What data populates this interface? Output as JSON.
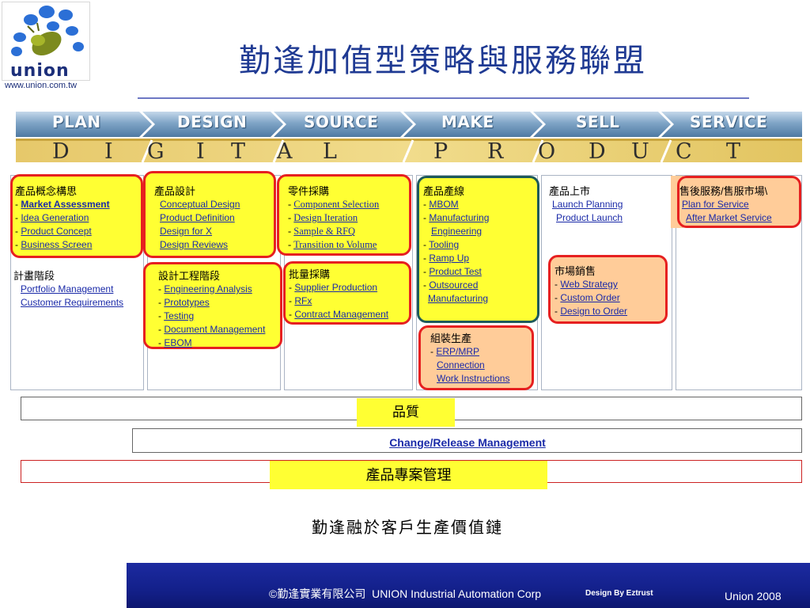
{
  "header": {
    "logo_word": "union",
    "logo_url": "www.union.com.tw",
    "title": "勤逢加值型策略與服務聯盟"
  },
  "banner": {
    "stages": [
      "PLAN",
      "DESIGN",
      "SOURCE",
      "MAKE",
      "SELL",
      "SERVICE"
    ],
    "letters": [
      "D",
      "I",
      "G",
      "I",
      "T",
      "A",
      "L",
      "P",
      "R",
      "O",
      "D",
      "U",
      "C",
      "T"
    ]
  },
  "plan": {
    "concept": {
      "heading": "產品概念構思",
      "items": [
        "Market Assessment",
        "Idea Generation",
        "Product Concept",
        "Business Screen"
      ]
    },
    "planning": {
      "heading": "計畫階段",
      "items": [
        "Portfolio Management",
        "Customer Requirements"
      ]
    }
  },
  "design": {
    "product_design": {
      "heading": "產品設計",
      "items": [
        "Conceptual Design",
        "Product Definition",
        "Design for X",
        "Design Reviews"
      ]
    },
    "engineering": {
      "heading": "設計工程階段",
      "items": [
        "Engineering Analysis",
        "Prototypes",
        "Testing",
        "Document Management",
        "EBOM"
      ]
    }
  },
  "source": {
    "parts": {
      "heading": "零件採購",
      "items": [
        "Component Selection",
        "Design Iteration",
        "Sample & RFQ",
        "Transition to Volume"
      ]
    },
    "volume": {
      "heading": "批量採購",
      "items": [
        "Supplier Production",
        "RFx",
        "Contract Management"
      ]
    }
  },
  "make": {
    "production_line": {
      "heading": "產品產線",
      "items": [
        "MBOM",
        "Manufacturing",
        "Engineering",
        "Tooling",
        "Ramp Up",
        "Product Test",
        "Outsourced",
        "Manufacturing"
      ]
    },
    "assembly": {
      "heading": "組裝生產",
      "items": [
        "ERP/MRP",
        "Connection",
        "Work Instructions"
      ]
    }
  },
  "sell": {
    "launch": {
      "heading": "產品上市",
      "items": [
        "Launch Planning",
        "Product Launch"
      ]
    },
    "marketing": {
      "heading": "市場銷售",
      "items": [
        "Web Strategy",
        "Custom Order",
        "Design to Order"
      ]
    }
  },
  "service": {
    "after_sales": {
      "heading": "售後服務/售服市場\\",
      "items": [
        "Plan for Service",
        "After Market Service"
      ]
    }
  },
  "bars": {
    "quality": "品質",
    "change": "Change/Release Management",
    "project": "產品專案管理"
  },
  "slogan": "勤逢融於客戶生產價值鏈",
  "footer": {
    "copyright_symbol": "©",
    "company_cn": "勤逢實業有限公司",
    "company_en": "UNION Industrial Automation Corp",
    "design_credit": "Design By Eztrust",
    "year_label": "Union 2008"
  },
  "colors": {
    "title": "#1f3a93",
    "highlight": "#ffff33",
    "peach": "#ffcc99",
    "border_red": "#e62020",
    "border_teal": "#1e5a5a",
    "link": "#1a2aa8",
    "footer": "#13208a"
  }
}
